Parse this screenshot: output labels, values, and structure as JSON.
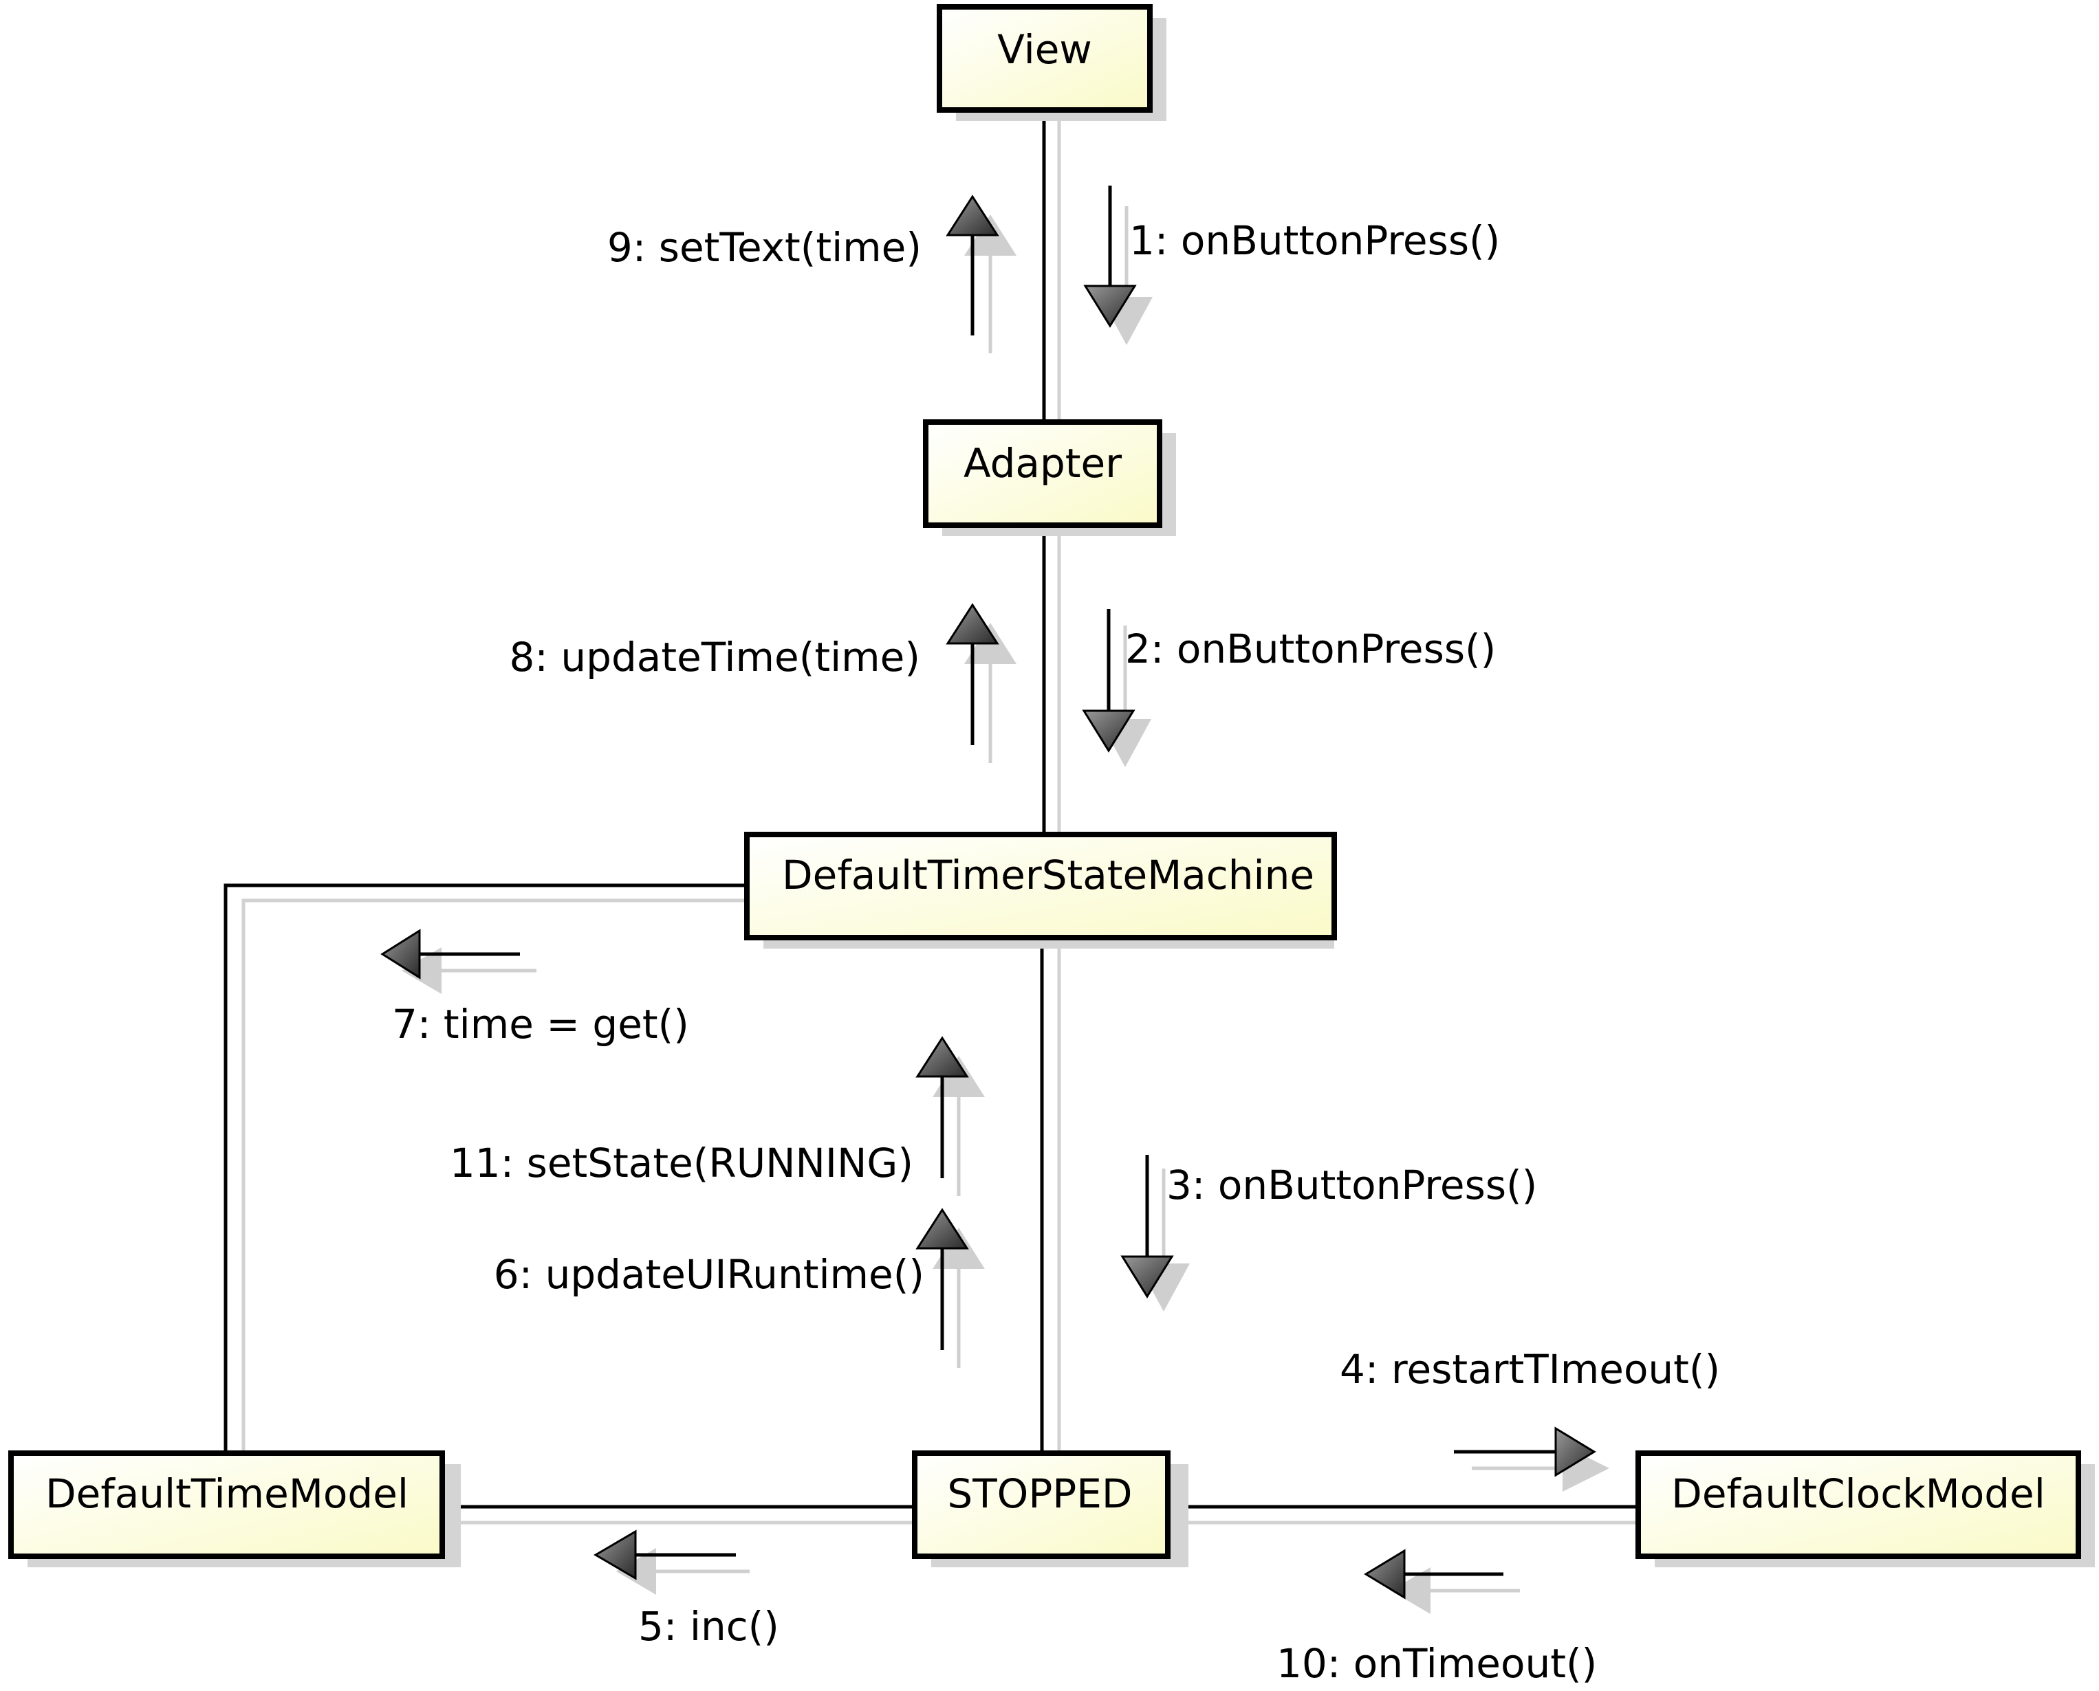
{
  "diagram": {
    "nodes": [
      {
        "id": "view",
        "label": "View"
      },
      {
        "id": "adapter",
        "label": "Adapter"
      },
      {
        "id": "sm",
        "label": "DefaultTimerStateMachine"
      },
      {
        "id": "stopped",
        "label": "STOPPED"
      },
      {
        "id": "timemodel",
        "label": "DefaultTimeModel"
      },
      {
        "id": "clockmodel",
        "label": "DefaultClockModel"
      }
    ],
    "messages": [
      {
        "label": "1: onButtonPress()"
      },
      {
        "label": "9: setText(time)"
      },
      {
        "label": "2: onButtonPress()"
      },
      {
        "label": "8: updateTime(time)"
      },
      {
        "label": "7: time = get()"
      },
      {
        "label": "11: setState(RUNNING)"
      },
      {
        "label": "6: updateUIRuntime()"
      },
      {
        "label": "3: onButtonPress()"
      },
      {
        "label": "4: restartTImeout()"
      },
      {
        "label": "5: inc()"
      },
      {
        "label": "10: onTimeout()"
      }
    ],
    "colors": {
      "node_fill_light": "#ffffff",
      "node_fill_dark": "#fafac8",
      "stroke": "#000000",
      "shadow": "#c8c8c8",
      "arrow_fill": "#555555"
    }
  }
}
